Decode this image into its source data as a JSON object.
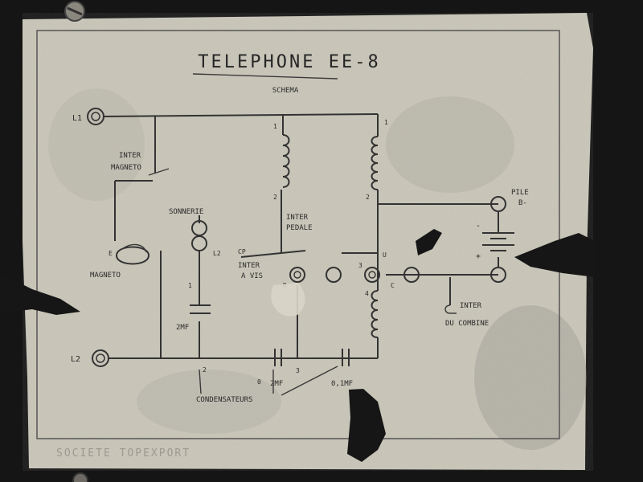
{
  "plate": {
    "title": "TELEPHONE EE-8",
    "subtitle": "SCHEMA",
    "colors": {
      "background": "#141414",
      "plate": "#c9c6b8",
      "ink": "#2f2f2f"
    }
  },
  "labels": {
    "l1": "L1",
    "l2": "L2",
    "inter_magneto_1": "INTER",
    "inter_magneto_2": "MAGNETO",
    "sonnerie": "SONNERIE",
    "magneto": "MAGNETO",
    "inter_pedale_1": "INTER",
    "inter_pedale_2": "PEDALE",
    "inter_vis_1": "INTER",
    "inter_vis_2": "A VIS",
    "pile_1": "PILE",
    "pile_2": "B-",
    "inter_combine_1": "INTER",
    "inter_combine_2": "DU COMBINE",
    "condensateurs": "CONDENSATEURS",
    "cap_2mf": "2MF",
    "cap_2mf_b": "2MF",
    "cap_0_1mf": "0,1MF",
    "term_e": "E",
    "term_l2": "L2",
    "term_r": "R",
    "term_c": "C",
    "term_u": "U",
    "term_cp": "CP",
    "term_1a": "1",
    "term_2a": "2",
    "term_1b": "1",
    "term_2b": "2",
    "term_3": "3",
    "term_4": "4",
    "term_1c": "1",
    "term_2c": "2",
    "term_0": "0",
    "term_3b": "3",
    "term_plus": "+",
    "term_minus": "-"
  },
  "footer": {
    "stamp": "SOCIETE TOPEXPORT"
  }
}
